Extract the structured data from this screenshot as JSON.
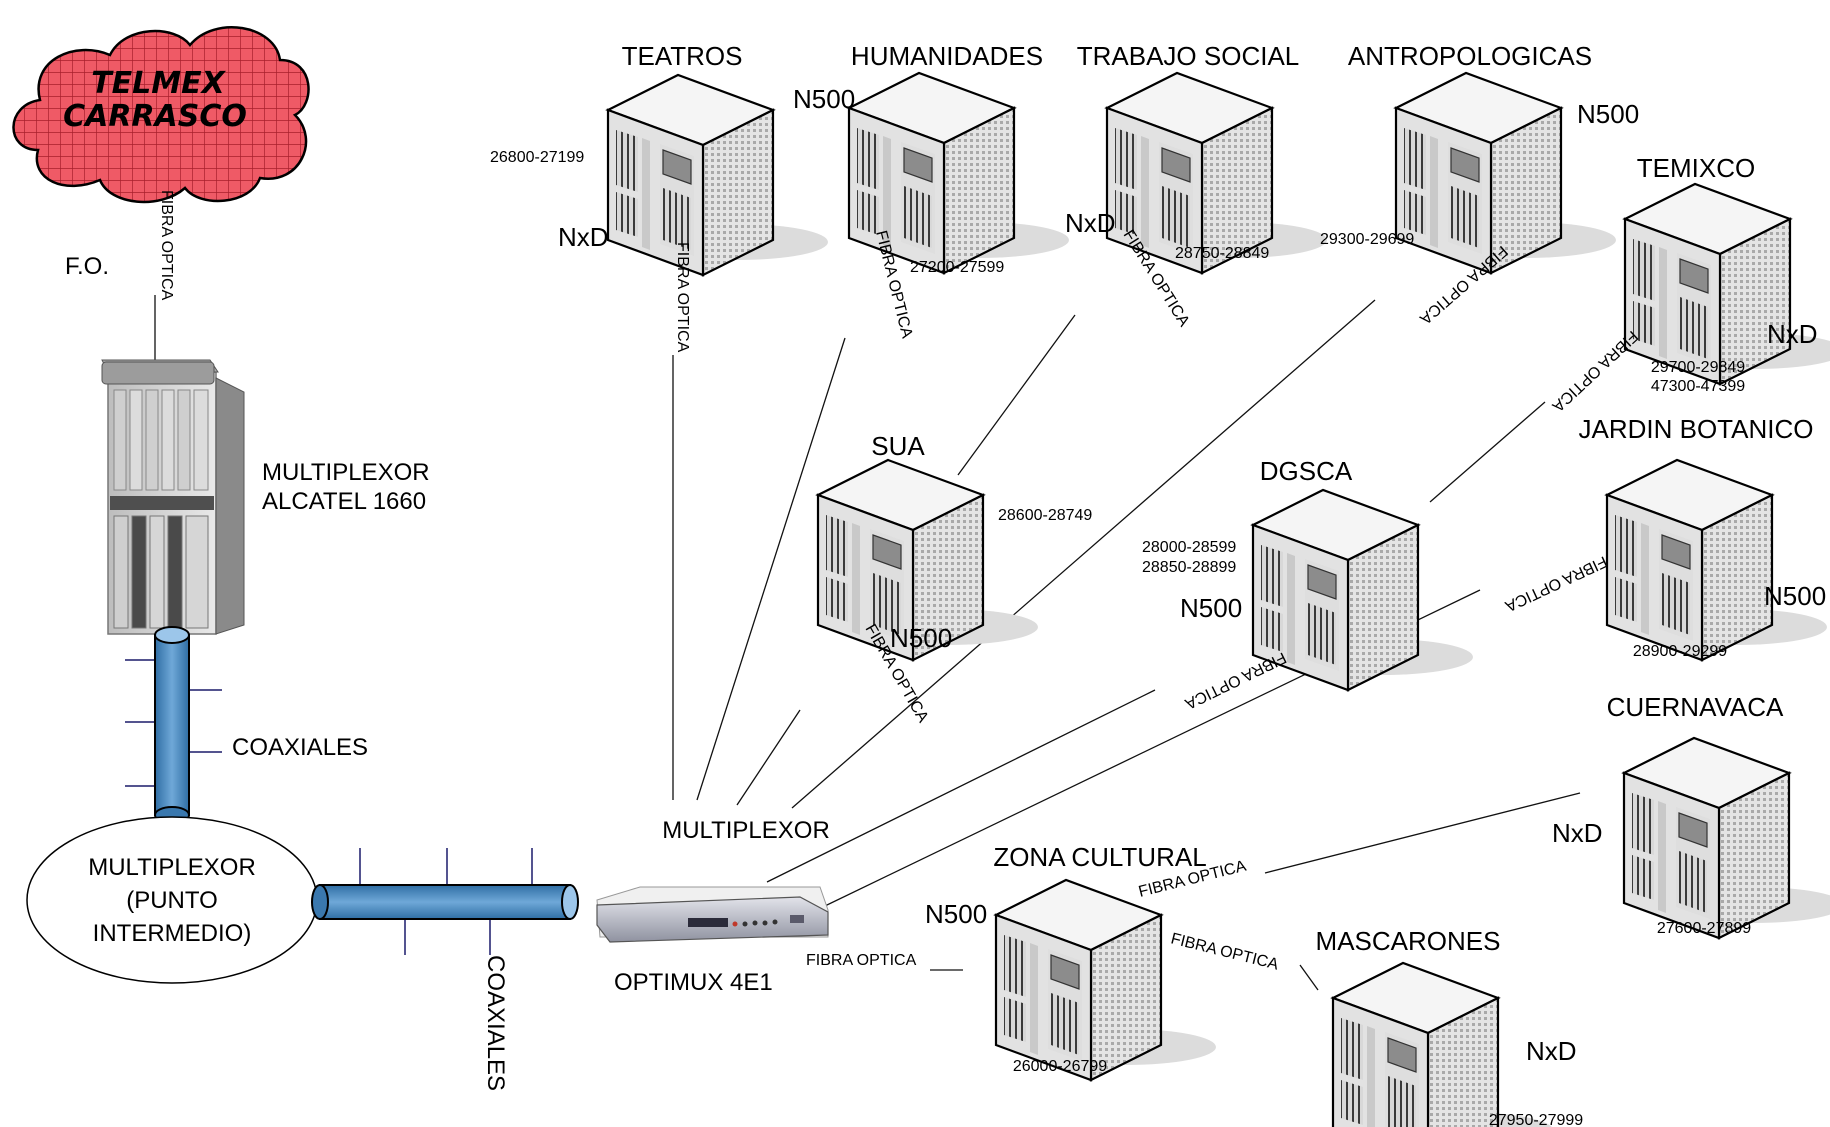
{
  "cloud": {
    "line1": "TELMEX",
    "line2": "CARRASCO"
  },
  "labels": {
    "fo": "F.O.",
    "fibra": "FIBRA OPTICA",
    "alcatel_line1": "MULTIPLEXOR",
    "alcatel_line2": "ALCATEL 1660",
    "coaxiales": "COAXIALES",
    "punto_line1": "MULTIPLEXOR",
    "punto_line2": "(PUNTO",
    "punto_line3": "INTERMEDIO)",
    "multiplexor": "MULTIPLEXOR",
    "optimux": "OPTIMUX 4E1"
  },
  "nodes": [
    {
      "id": "teatros",
      "name": "TEATROS",
      "model": "NxD",
      "ranges": [
        "26800-27199"
      ]
    },
    {
      "id": "humanidades",
      "name": "HUMANIDADES",
      "model": "N500",
      "ranges": [
        "27200-27599"
      ]
    },
    {
      "id": "trabajo-social",
      "name": "TRABAJO SOCIAL",
      "model": "NxD",
      "ranges": [
        "28750-28849"
      ]
    },
    {
      "id": "antropologicas",
      "name": "ANTROPOLOGICAS",
      "model": "N500",
      "ranges": [
        "29300-29699"
      ]
    },
    {
      "id": "temixco",
      "name": "TEMIXCO",
      "model": "NxD",
      "ranges": [
        "29700-29849",
        "47300-47399"
      ]
    },
    {
      "id": "sua",
      "name": "SUA",
      "model": "N500",
      "ranges": [
        "28600-28749"
      ]
    },
    {
      "id": "dgsca",
      "name": "DGSCA",
      "model": "N500",
      "ranges": [
        "28000-28599",
        "28850-28899"
      ]
    },
    {
      "id": "jardin-botanico",
      "name": "JARDIN BOTANICO",
      "model": "N500",
      "ranges": [
        "28900-29299"
      ]
    },
    {
      "id": "cuernavaca",
      "name": "CUERNAVACA",
      "model": "NxD",
      "ranges": [
        "27600-27899"
      ]
    },
    {
      "id": "zona-cultural",
      "name": "ZONA CULTURAL",
      "model": "N500",
      "ranges": [
        "26000-26799"
      ]
    },
    {
      "id": "mascarones",
      "name": "MASCARONES",
      "model": "NxD",
      "ranges": [
        "27950-27999"
      ]
    }
  ]
}
